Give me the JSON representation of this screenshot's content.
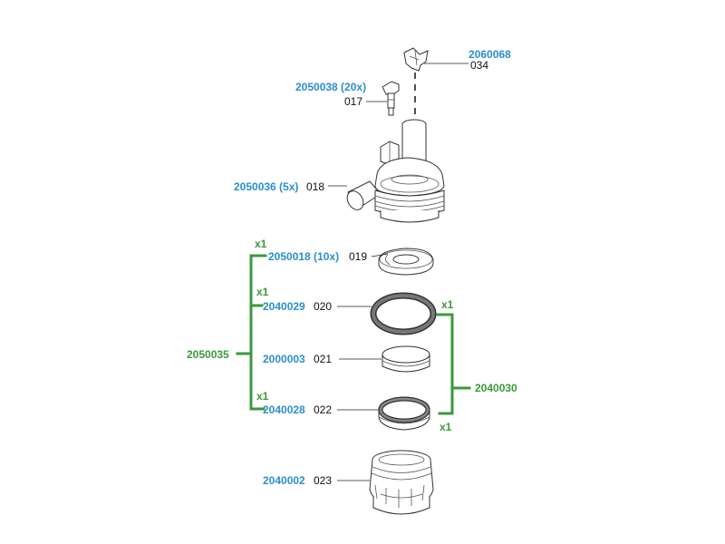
{
  "diagram": {
    "parts": [
      {
        "part_no": "2060068",
        "pos": "034",
        "icon": "impeller-icon"
      },
      {
        "part_no": "2050038 (20x)",
        "pos": "017",
        "icon": "valve-icon"
      },
      {
        "part_no": "2050036 (5x)",
        "pos": "018",
        "icon": "pump-housing-icon"
      },
      {
        "part_no": "2050018 (10x)",
        "pos": "019",
        "icon": "flat-washer-icon"
      },
      {
        "part_no": "2040029",
        "pos": "020",
        "icon": "large-o-ring-icon"
      },
      {
        "part_no": "2000003",
        "pos": "021",
        "icon": "cap-disc-icon"
      },
      {
        "part_no": "2040028",
        "pos": "022",
        "icon": "small-o-ring-icon"
      },
      {
        "part_no": "2040002",
        "pos": "023",
        "icon": "threaded-nut-icon"
      }
    ],
    "kits": {
      "left": {
        "part_no": "2050035",
        "qty_labels": [
          "x1",
          "x1",
          "x1"
        ]
      },
      "right": {
        "part_no": "2040030",
        "qty_labels": [
          "x1",
          "x1"
        ]
      }
    },
    "colors": {
      "part_no": "#2a8fce",
      "kit": "#3a9a3a",
      "line": "#222222"
    }
  }
}
